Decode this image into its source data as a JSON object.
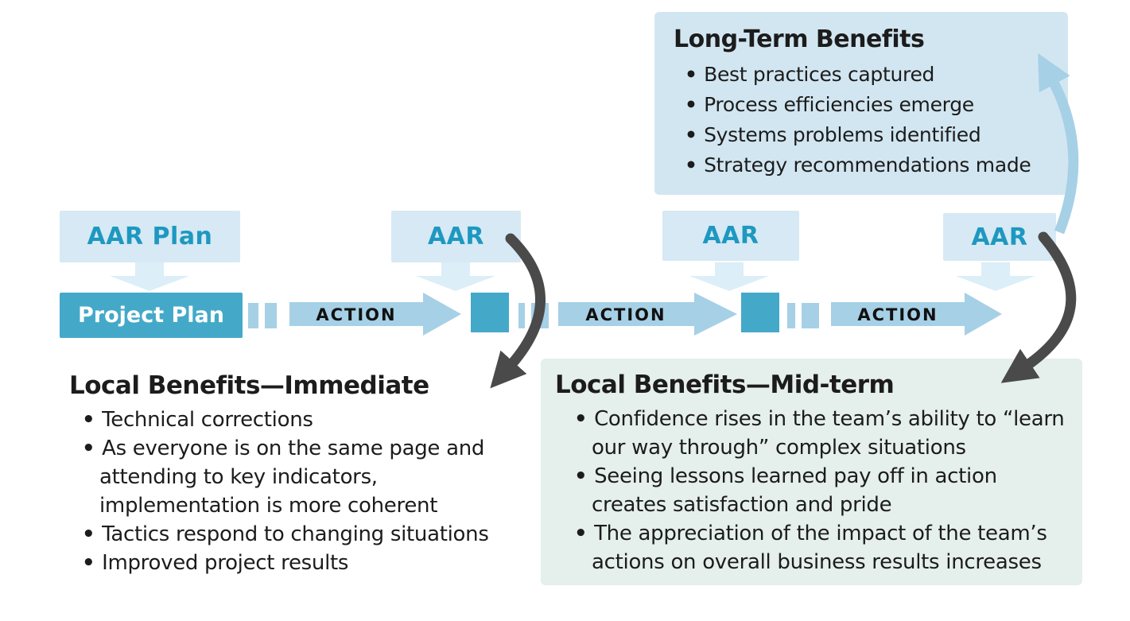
{
  "long_term": {
    "title": "Long-Term Benefits",
    "bullets": [
      "Best practices captured",
      "Process efficiencies emerge",
      "Systems problems identified",
      "Strategy recommendations made"
    ]
  },
  "immediate": {
    "title": "Local Benefits—Immediate",
    "bullets": [
      "Technical corrections",
      "As everyone is on the same page and attending to key indicators, implementation is more coherent",
      "Tactics respond to changing situations",
      "Improved project results"
    ]
  },
  "mid_term": {
    "title": "Local Benefits—Mid-term",
    "bullets": [
      "Confidence rises in the team’s ability to “learn our way through” complex situations",
      "Seeing lessons learned pay off in action creates satisfaction and pride",
      "The appreciation of the impact of the team’s actions on overall business results increases"
    ]
  },
  "timeline": {
    "aar_plan_label": "AAR Plan",
    "project_plan_label": "Project Plan",
    "aar_labels": [
      "AAR",
      "AAR",
      "AAR"
    ],
    "action_labels": [
      "ACTION",
      "ACTION",
      "ACTION"
    ]
  },
  "colors": {
    "light_blue_box": "#d6e9f4",
    "long_term_box_bg": "#d2e6f1",
    "mid_term_box_bg": "#e5efec",
    "teal_solid": "#44a9c9",
    "aar_text": "#1e98c0",
    "action_arrow": "#a6d0e6",
    "down_arrow": "#dceef7",
    "dark_arrow": "#4a4a4a",
    "body_text": "#1c1c1c",
    "background": "#ffffff"
  }
}
